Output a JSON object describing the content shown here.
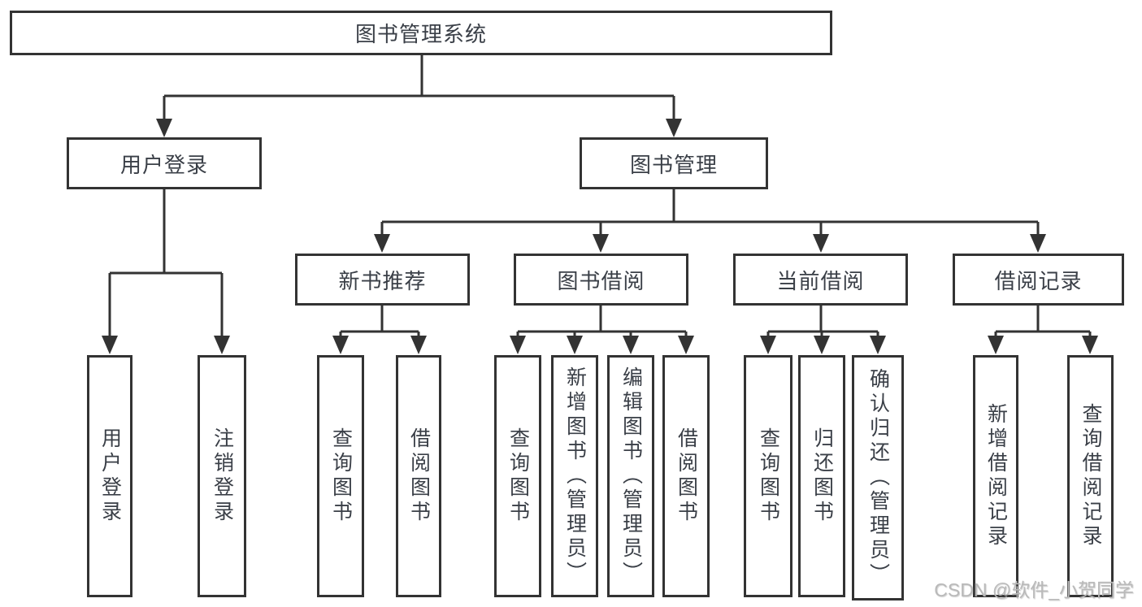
{
  "diagram": {
    "type": "hierarchy-tree",
    "root": {
      "label": "图书管理系统"
    },
    "level1": [
      {
        "label": "用户登录",
        "parent": "图书管理系统"
      },
      {
        "label": "图书管理",
        "parent": "图书管理系统"
      }
    ],
    "level2": [
      {
        "label": "新书推荐",
        "parent": "图书管理"
      },
      {
        "label": "图书借阅",
        "parent": "图书管理"
      },
      {
        "label": "当前借阅",
        "parent": "图书管理"
      },
      {
        "label": "借阅记录",
        "parent": "图书管理"
      }
    ],
    "leaves": [
      {
        "label": "用户登录",
        "parent": "用户登录"
      },
      {
        "label": "注销登录",
        "parent": "用户登录"
      },
      {
        "label": "查询图书",
        "parent": "新书推荐"
      },
      {
        "label": "借阅图书",
        "parent": "新书推荐"
      },
      {
        "label": "查询图书",
        "parent": "图书借阅"
      },
      {
        "label": "新增图书（管理员）",
        "parent": "图书借阅"
      },
      {
        "label": "编辑图书（管理员）",
        "parent": "图书借阅"
      },
      {
        "label": "借阅图书",
        "parent": "图书借阅"
      },
      {
        "label": "查询图书",
        "parent": "当前借阅"
      },
      {
        "label": "归还图书",
        "parent": "当前借阅"
      },
      {
        "label": "确认归还（管理员）",
        "parent": "当前借阅"
      },
      {
        "label": "新增借阅记录",
        "parent": "借阅记录"
      },
      {
        "label": "查询借阅记录",
        "parent": "借阅记录"
      }
    ]
  },
  "watermark": {
    "text": "CSDN @软件_小贺同学"
  },
  "colors": {
    "line": "#333333",
    "box_border": "#333333",
    "text": "#3a3f47",
    "watermark": "#b9b9b9",
    "background": "#ffffff"
  }
}
